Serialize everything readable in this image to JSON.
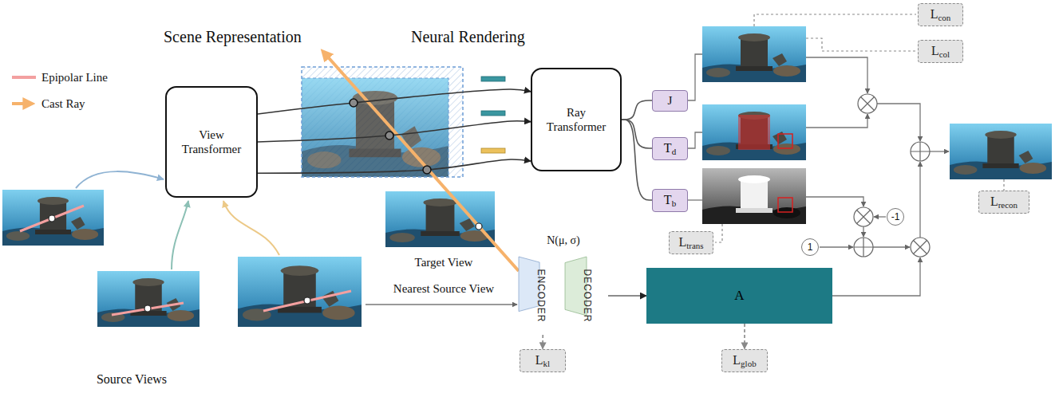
{
  "diagram": {
    "nodes": [
      {
        "text": [
          "View Transformer"
        ]
      },
      {
        "text": [
          "Ray Transformer"
        ]
      },
      {
        "text": [
          "J"
        ]
      },
      {
        "text": [
          "Td"
        ]
      },
      {
        "text": [
          "Tb"
        ]
      },
      {
        "text": [
          "Lcon"
        ]
      },
      {
        "text": [
          "Lcol"
        ]
      },
      {
        "text": [
          "Ltrans"
        ]
      },
      {
        "text": [
          "-1"
        ]
      },
      {
        "text": [
          "1"
        ]
      },
      {
        "text": [
          "Lrecon"
        ]
      },
      {
        "text": [
          "ENCODER"
        ]
      },
      {
        "text": [
          "DECODER"
        ]
      },
      {
        "text": [
          "Lkl"
        ]
      },
      {
        "text": [
          "A"
        ]
      },
      {
        "text": [
          "Lglob"
        ]
      }
    ],
    "edges": [
      {
        "from": 0,
        "to": 1,
        "arrow": "to"
      },
      {
        "from": 0,
        "to": 1,
        "arrow": "to"
      },
      {
        "from": 0,
        "to": 1,
        "arrow": "to"
      },
      {
        "from": 1,
        "to": 2,
        "arrow": "none"
      },
      {
        "from": 1,
        "to": 3,
        "arrow": "none"
      },
      {
        "from": 1,
        "to": 4,
        "arrow": "none"
      },
      {
        "from": 11,
        "to": 13,
        "arrow": "to"
      },
      {
        "from": 12,
        "to": 14,
        "arrow": "to"
      },
      {
        "from": 14,
        "to": 15,
        "arrow": "to"
      }
    ],
    "labels": [
      "Scene Representation",
      "Neural Rendering",
      "N(μ, σ)",
      "Target View",
      "Nearest Source View",
      "Source Views"
    ],
    "legend": [
      {
        "text": "Epipolar Line"
      },
      {
        "text": "Cast Ray"
      }
    ]
  }
}
